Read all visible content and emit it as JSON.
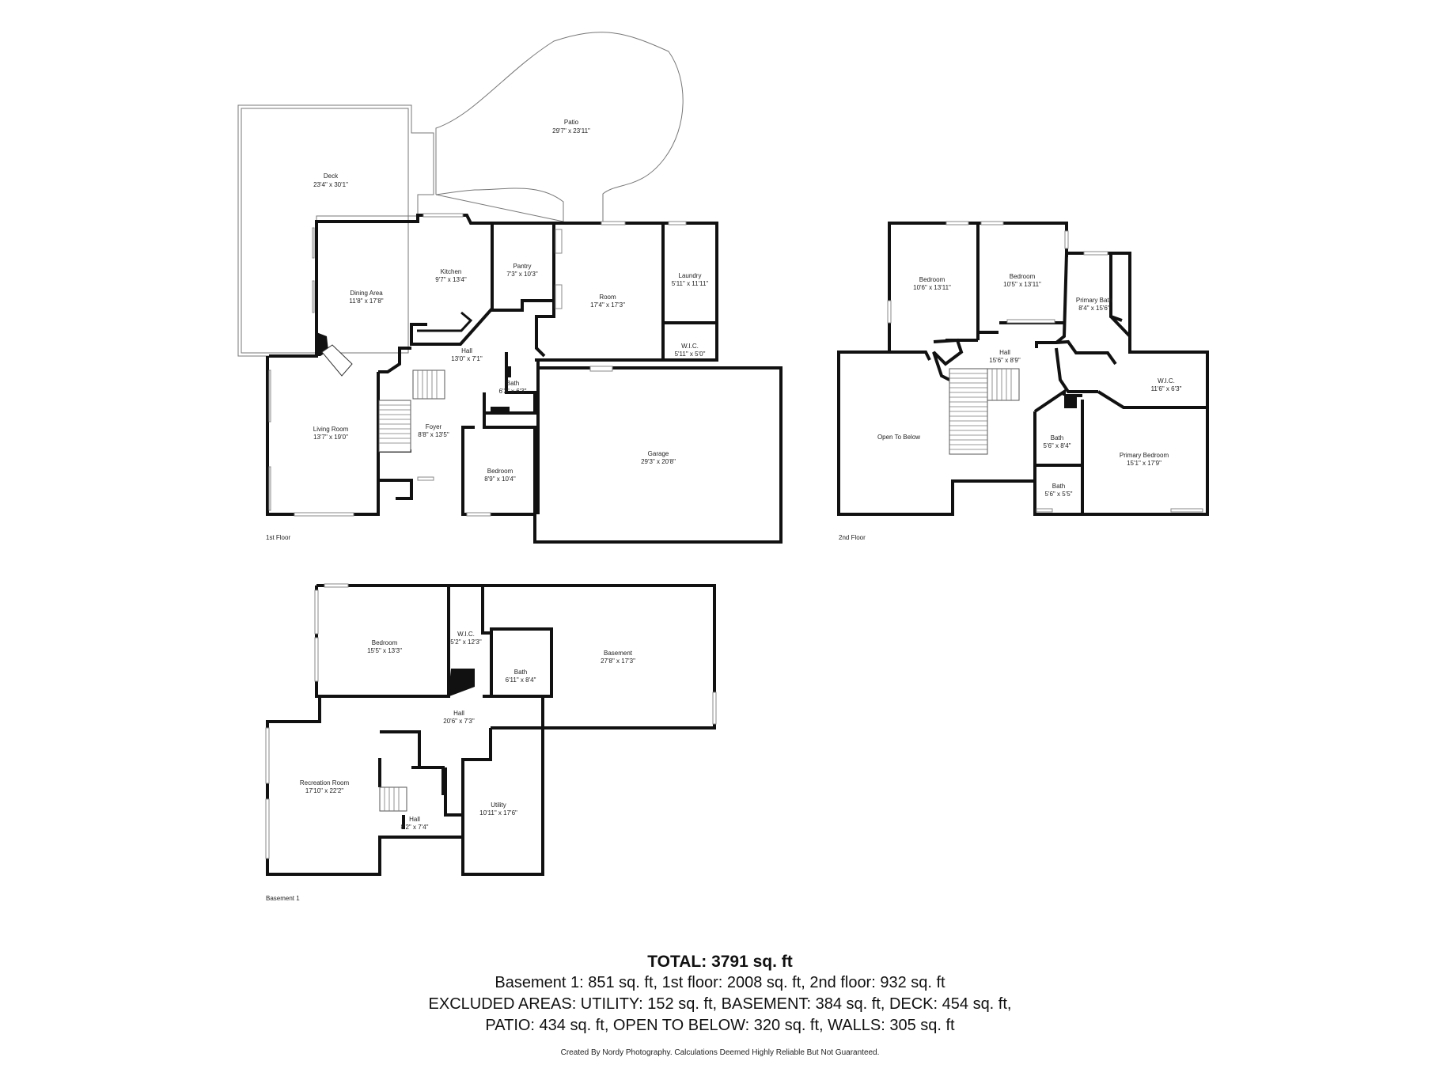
{
  "floors": {
    "first": {
      "label": "1st Floor",
      "rooms": {
        "patio": {
          "name": "Patio",
          "dim": "29'7\" x 23'11\""
        },
        "deck": {
          "name": "Deck",
          "dim": "23'4\" x 30'1\""
        },
        "kitchen": {
          "name": "Kitchen",
          "dim": "9'7\" x 13'4\""
        },
        "pantry": {
          "name": "Pantry",
          "dim": "7'3\" x 10'3\""
        },
        "room": {
          "name": "Room",
          "dim": "17'4\" x 17'3\""
        },
        "laundry": {
          "name": "Laundry",
          "dim": "5'11\" x 11'11\""
        },
        "dining": {
          "name": "Dining Area",
          "dim": "11'8\" x 17'8\""
        },
        "wic": {
          "name": "W.I.C.",
          "dim": "5'11\" x 5'0\""
        },
        "hall": {
          "name": "Hall",
          "dim": "13'0\" x 7'1\""
        },
        "bath": {
          "name": "Bath",
          "dim": "6'3\" x 6'3\""
        },
        "living": {
          "name": "Living Room",
          "dim": "13'7\" x 19'0\""
        },
        "foyer": {
          "name": "Foyer",
          "dim": "8'8\" x 13'5\""
        },
        "garage": {
          "name": "Garage",
          "dim": "29'3\" x 20'8\""
        },
        "bedroom": {
          "name": "Bedroom",
          "dim": "8'9\" x 10'4\""
        }
      }
    },
    "second": {
      "label": "2nd Floor",
      "rooms": {
        "bedroom_a": {
          "name": "Bedroom",
          "dim": "10'6\" x 13'11\""
        },
        "bedroom_b": {
          "name": "Bedroom",
          "dim": "10'5\" x 13'11\""
        },
        "primary_bath": {
          "name": "Primary Bath",
          "dim": "8'4\" x 15'6\""
        },
        "hall": {
          "name": "Hall",
          "dim": "15'6\" x 8'9\""
        },
        "wic": {
          "name": "W.I.C.",
          "dim": "11'6\" x 6'3\""
        },
        "open_below": {
          "name": "Open To Below",
          "dim": ""
        },
        "bath_a": {
          "name": "Bath",
          "dim": "5'6\" x 8'4\""
        },
        "primary_bedroom": {
          "name": "Primary Bedroom",
          "dim": "15'1\" x 17'9\""
        },
        "bath_b": {
          "name": "Bath",
          "dim": "5'6\" x 5'5\""
        }
      }
    },
    "basement": {
      "label": "Basement 1",
      "rooms": {
        "bedroom": {
          "name": "Bedroom",
          "dim": "15'5\" x 13'3\""
        },
        "wic": {
          "name": "W.I.C.",
          "dim": "5'2\" x 12'3\""
        },
        "basement": {
          "name": "Basement",
          "dim": "27'8\" x 17'3\""
        },
        "bath": {
          "name": "Bath",
          "dim": "6'11\" x 8'4\""
        },
        "hall": {
          "name": "Hall",
          "dim": "20'6\" x 7'3\""
        },
        "recreation": {
          "name": "Recreation Room",
          "dim": "17'10\" x 22'2\""
        },
        "utility": {
          "name": "Utility",
          "dim": "10'11\" x 17'6\""
        },
        "hall_small": {
          "name": "Hall",
          "dim": "8'2\" x 7'4\""
        }
      }
    }
  },
  "summary": {
    "total": "TOTAL: 3791 sq. ft",
    "line1": "Basement 1: 851 sq. ft, 1st floor: 2008 sq. ft, 2nd floor: 932 sq. ft",
    "line2": "EXCLUDED AREAS: UTILITY: 152 sq. ft, BASEMENT: 384 sq. ft, DECK: 454 sq. ft,",
    "line3": "PATIO: 434 sq. ft, OPEN TO BELOW: 320 sq. ft, WALLS: 305 sq. ft"
  },
  "credit": "Created By Nordy Photography. Calculations Deemed Highly Reliable But Not Guaranteed."
}
